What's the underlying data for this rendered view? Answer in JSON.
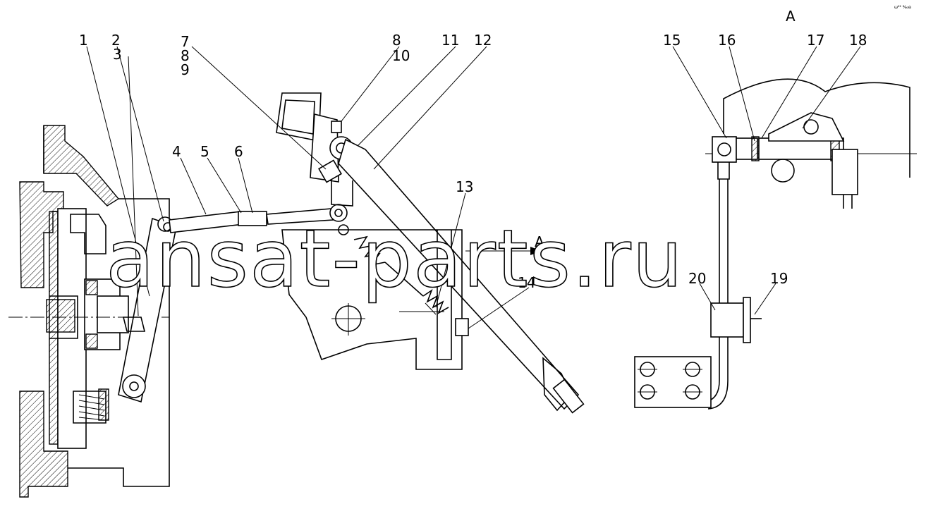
{
  "diagram": {
    "view_label": "A",
    "section_label": "A",
    "watermark": "ansat-parts.ru",
    "corner_mark": "ω²² ‰ɷ",
    "callouts": [
      {
        "id": "c1",
        "text": "1"
      },
      {
        "id": "c2",
        "text": "2"
      },
      {
        "id": "c3",
        "text": "3"
      },
      {
        "id": "c4",
        "text": "4"
      },
      {
        "id": "c5",
        "text": "5"
      },
      {
        "id": "c6",
        "text": "6"
      },
      {
        "id": "c7",
        "text": "7"
      },
      {
        "id": "c8a",
        "text": "8"
      },
      {
        "id": "c9",
        "text": "9"
      },
      {
        "id": "c8b",
        "text": "8"
      },
      {
        "id": "c10",
        "text": "10"
      },
      {
        "id": "c11",
        "text": "11"
      },
      {
        "id": "c12",
        "text": "12"
      },
      {
        "id": "c13",
        "text": "13"
      },
      {
        "id": "c14",
        "text": "14"
      },
      {
        "id": "c15",
        "text": "15"
      },
      {
        "id": "c16",
        "text": "16"
      },
      {
        "id": "c17",
        "text": "17"
      },
      {
        "id": "c18",
        "text": "18"
      },
      {
        "id": "c19",
        "text": "19"
      },
      {
        "id": "c20",
        "text": "20"
      }
    ]
  }
}
